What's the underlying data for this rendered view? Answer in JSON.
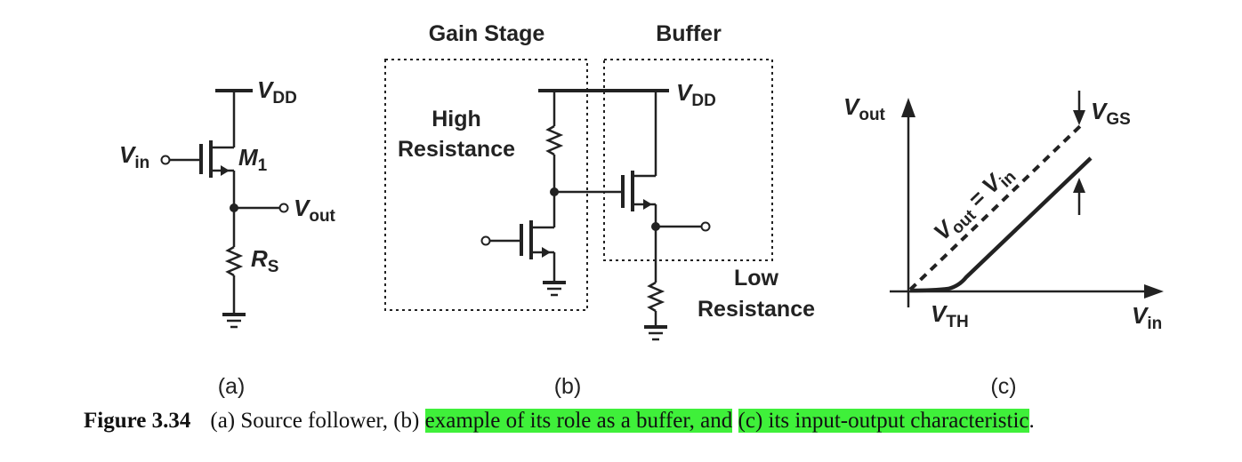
{
  "panel_a": {
    "vdd": {
      "main": "V",
      "sub": "DD"
    },
    "vin": {
      "main": "V",
      "sub": "in"
    },
    "m1": {
      "main": "M",
      "sub": "1"
    },
    "vout": {
      "main": "V",
      "sub": "out"
    },
    "rs": {
      "main": "R",
      "sub": "S"
    },
    "label": "(a)"
  },
  "panel_b": {
    "gain_stage": "Gain Stage",
    "buffer": "Buffer",
    "high_resistance_1": "High",
    "high_resistance_2": "Resistance",
    "low_resistance_1": "Low",
    "low_resistance_2": "Resistance",
    "vdd": {
      "main": "V",
      "sub": "DD"
    },
    "label": "(b)"
  },
  "panel_c": {
    "y_axis": {
      "main": "V",
      "sub": "out"
    },
    "x_axis": {
      "main": "V",
      "sub": "in"
    },
    "vgs": {
      "main": "V",
      "sub": "GS"
    },
    "vth": {
      "main": "V",
      "sub": "TH"
    },
    "identity_line": {
      "lhs": "V",
      "lhs_sub": "out",
      "eq": " = ",
      "rhs": "V",
      "rhs_sub": "in"
    },
    "label": "(c)"
  },
  "caption": {
    "figure_label": "Figure 3.34",
    "part1": "(a) Source follower, (b) ",
    "highlight1": "example of its role as a buffer, and",
    "part2": " ",
    "highlight2_prefix": "(c)",
    "highlight2": " its input-output characteristic",
    "end": "."
  },
  "highlight_color": "#3ff03a"
}
